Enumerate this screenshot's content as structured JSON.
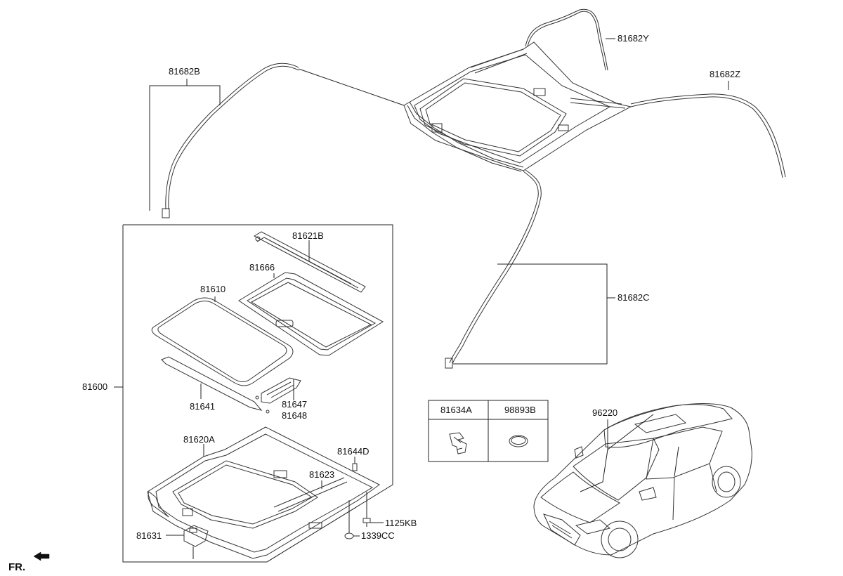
{
  "labels": {
    "p81682Y": "81682Y",
    "p81682B": "81682B",
    "p81682Z": "81682Z",
    "p81682C": "81682C",
    "p81621B": "81621B",
    "p81666": "81666",
    "p81610": "81610",
    "p81600": "81600",
    "p81641": "81641",
    "p81647": "81647",
    "p81648": "81648",
    "p81620A": "81620A",
    "p81644D": "81644D",
    "p81623": "81623",
    "p1125KB": "1125KB",
    "p1339CC": "1339CC",
    "p81631": "81631",
    "p96220": "96220"
  },
  "parts_table": {
    "headers": [
      "81634A",
      "98893B"
    ]
  },
  "orientation": "FR.",
  "icons": {
    "front_arrow": "arrow-left-icon",
    "clip": "clip-icon",
    "grommet": "grommet-icon"
  }
}
